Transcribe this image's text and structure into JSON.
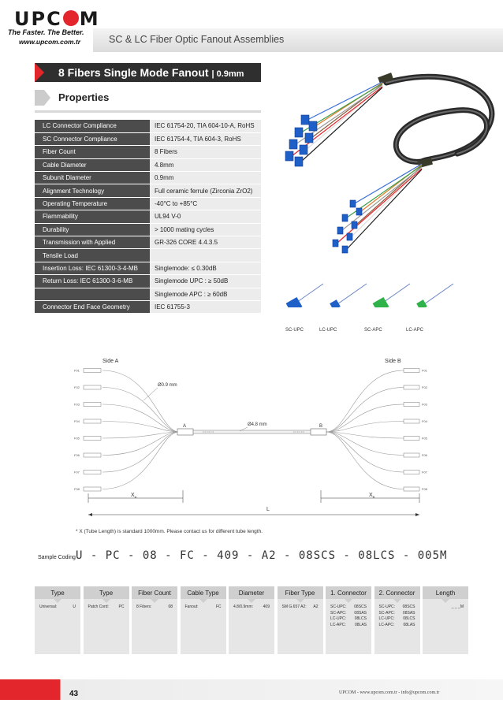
{
  "header": {
    "logo_text": "UPC",
    "logo_text_end": "M",
    "tagline": "The Faster. The Better.",
    "website": "www.upcom.com.tr",
    "doc_title": "SC & LC Fiber Optic Fanout Assemblies"
  },
  "product": {
    "title": "8 Fibers Single Mode Fanout",
    "title_sub": "| 0.9mm",
    "properties_heading": "Properties"
  },
  "properties": [
    {
      "k": "LC Connector Compliance",
      "v": "IEC 61754-20, TIA 604-10-A, RoHS"
    },
    {
      "k": "SC Connector Compliance",
      "v": "IEC 61754-4, TIA 604-3, RoHS"
    },
    {
      "k": "Fiber Count",
      "v": "8 Fibers"
    },
    {
      "k": "Cable Diameter",
      "v": "4.8mm"
    },
    {
      "k": "Subunit Diameter",
      "v": "0.9mm"
    },
    {
      "k": "Alignment Technology",
      "v": "Full ceramic ferrule (Zirconia ZrO2)"
    },
    {
      "k": "Operating Temperature",
      "v": "-40°C to +85°C"
    },
    {
      "k": "Flammability",
      "v": "UL94 V-0"
    },
    {
      "k": "Durability",
      "v": "> 1000 mating cycles"
    },
    {
      "k": "Transmission with Applied",
      "v": "GR-326 CORE 4.4.3.5"
    },
    {
      "k": "Tensile Load",
      "v": ""
    },
    {
      "k": "Insertion Loss: IEC 61300-3-4-MB",
      "v": "Singlemode: ≤ 0.30dB"
    },
    {
      "k": "Return Loss: IEC 61300-3-6-MB",
      "v": "Singlemode UPC : ≥ 50dB"
    },
    {
      "k": "",
      "v": "Singlemode APC : ≥ 60dB"
    },
    {
      "k": "Connector End Face Geometry",
      "v": "IEC 61755-3"
    }
  ],
  "connector_types": [
    "SC-UPC",
    "LC-UPC",
    "SC-APC",
    "LC-APC"
  ],
  "diagram": {
    "side_a": "Side A",
    "side_b": "Side B",
    "ports_a": [
      "F01",
      "F02",
      "F03",
      "F04",
      "F05",
      "F06",
      "F07",
      "F08"
    ],
    "ports_b": [
      "F01",
      "F02",
      "F03",
      "F04",
      "F05",
      "F06",
      "F07",
      "F08"
    ],
    "subunit_label": "Ø0.9 mm",
    "cable_label": "Ø4.8 mm",
    "point_a": "A",
    "point_b": "B",
    "xa": "X",
    "xa_sub": "A",
    "xb": "X",
    "xb_sub": "B",
    "length": "L"
  },
  "note": "* X (Tube Length) is standard 1000mm. Please contact us for different tube length.",
  "sample": {
    "label": "Sample Coding",
    "code": "U - PC - 08 - FC - 409 - A2 - 08SCS - 08LCS - 005M"
  },
  "coding_columns": [
    {
      "header": "Type",
      "rows": [
        [
          "Universal:",
          "U"
        ]
      ]
    },
    {
      "header": "Type",
      "rows": [
        [
          "Patch Cord:",
          "PC"
        ]
      ]
    },
    {
      "header": "Fiber Count",
      "rows": [
        [
          "8 Fibers:",
          "08"
        ]
      ]
    },
    {
      "header": "Cable Type",
      "rows": [
        [
          "Fanout:",
          "FC"
        ]
      ]
    },
    {
      "header": "Diameter",
      "rows": [
        [
          "4.8/0.9mm:",
          "409"
        ]
      ]
    },
    {
      "header": "Fiber Type",
      "rows": [
        [
          "SM G.657 A2:",
          "A2"
        ]
      ]
    },
    {
      "header": "1. Connector",
      "rows": [
        [
          "SC-UPC:",
          "08SCS"
        ],
        [
          "SC-APC:",
          "08SAS"
        ],
        [
          "LC-UPC:",
          "08LCS"
        ],
        [
          "LC-APC:",
          "08LAS"
        ]
      ]
    },
    {
      "header": "2. Connector",
      "rows": [
        [
          "SC-UPC:",
          "08SCS"
        ],
        [
          "SC-APC:",
          "08SAS"
        ],
        [
          "LC-UPC:",
          "08LCS"
        ],
        [
          "LC-APC:",
          "08LAS"
        ]
      ]
    },
    {
      "header": "Length",
      "rows": [
        [
          "",
          "_ _ _M"
        ]
      ]
    }
  ],
  "footer": {
    "page": "43",
    "contact": "UPCOM - www.upcom.com.tr - info@upcom.com.tr"
  },
  "colors": {
    "accent_red": "#e3262c",
    "banner_dark": "#2f2f2f",
    "table_key_bg": "#4c4c4c",
    "sc_upc_blue": "#1f5fc8",
    "sc_apc_green": "#2fb24a"
  }
}
